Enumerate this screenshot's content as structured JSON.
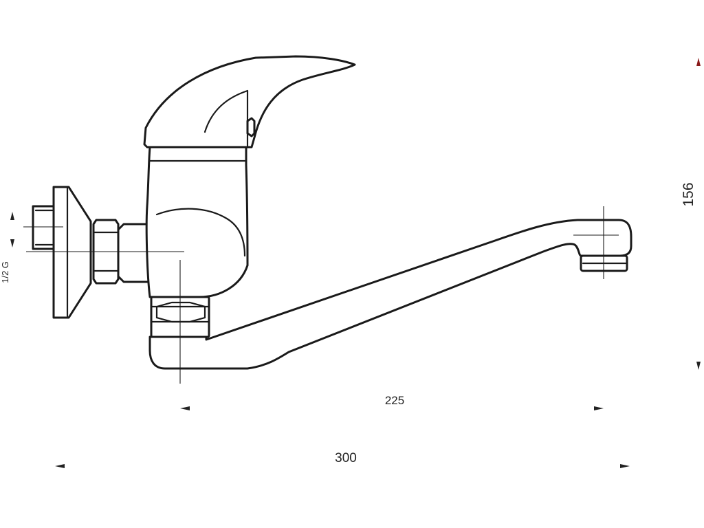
{
  "dimensions": {
    "spout_reach": "225",
    "overall_width": "300",
    "height": "156",
    "thread": "1/2 G"
  },
  "colors": {
    "line": "#1a1a1a",
    "background": "#ffffff",
    "arrow_accent": "#8b1a1a"
  }
}
